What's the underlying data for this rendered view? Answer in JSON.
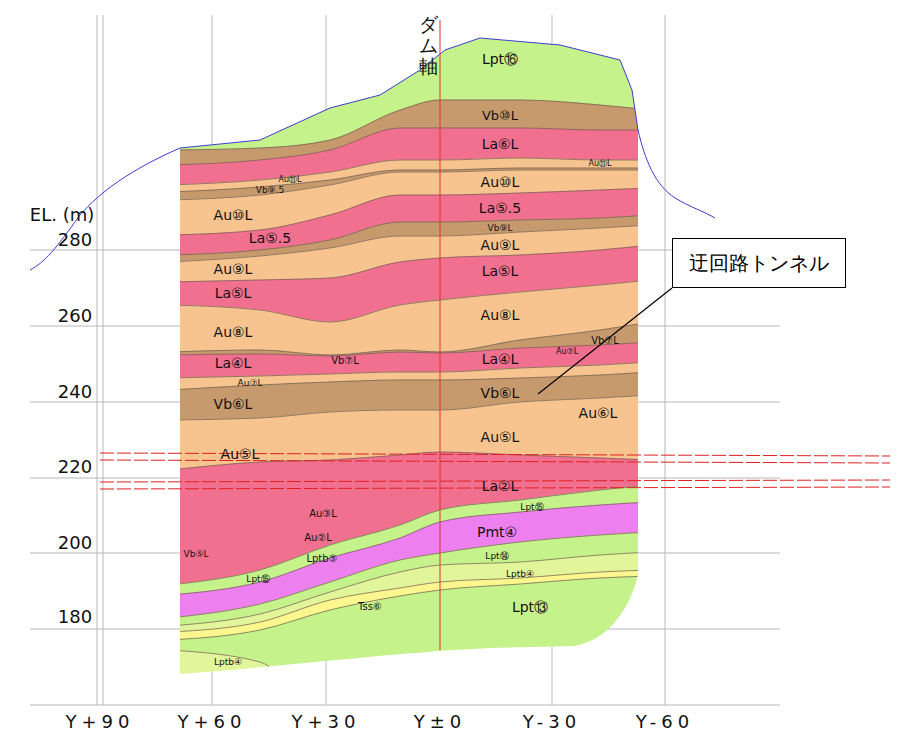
{
  "diagram": {
    "nodes": [
      {
        "text": [
          "迂回路トンネル"
        ]
      }
    ],
    "labels": [
      "EL. (m)",
      "280",
      "260",
      "240",
      "220",
      "200",
      "180",
      "Y+90",
      "Y+60",
      "Y+30",
      "Y±0",
      "Y-30",
      "Y-60",
      "ダム軸",
      "Lpt⑯",
      "Vb⑩L",
      "La⑥L",
      "Au⑪L",
      "Au⑪L",
      "Vb⑨.5",
      "Au⑩L",
      "Au⑩L",
      "La⑤.5",
      "La⑤.5",
      "Vb⑨L",
      "Au⑨L",
      "Au⑨L",
      "La⑤L",
      "La⑤L",
      "Au⑧L",
      "Au⑧L",
      "Vb⑦L",
      "Au⑦L",
      "La④L",
      "Vb⑦L",
      "La④L",
      "Au⑦L",
      "Vb⑥L",
      "Vb⑥L",
      "Au⑥L",
      "Au⑤L",
      "Au⑤L",
      "La②L",
      "Au③L",
      "Lpt⑮",
      "Au②L",
      "Pmt④",
      "Vb⑤L",
      "Lptb⑤",
      "Lpt⑭",
      "Lpt⑮",
      "Lptb④",
      "Lpt⑬",
      "Tss⑥",
      "Lptb④"
    ]
  }
}
